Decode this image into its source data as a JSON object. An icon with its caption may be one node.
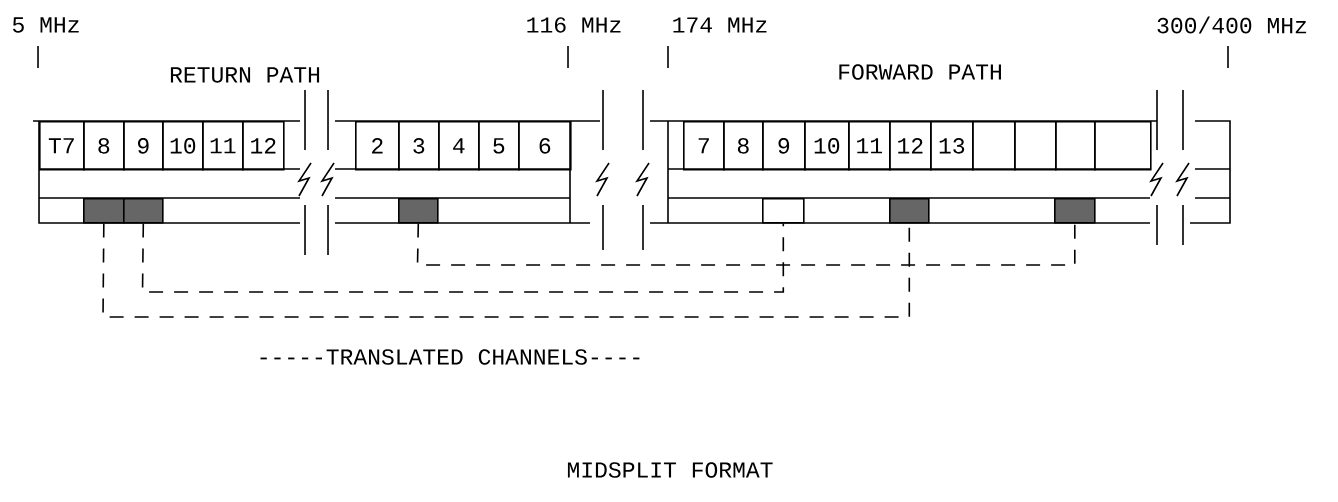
{
  "diagram": {
    "caption": "MIDSPLIT FORMAT",
    "nodes": [
      {
        "text": [
          "T7"
        ]
      },
      {
        "text": [
          "8"
        ]
      },
      {
        "text": [
          "9"
        ]
      },
      {
        "text": [
          "10"
        ]
      },
      {
        "text": [
          "11"
        ]
      },
      {
        "text": [
          "12"
        ]
      },
      {
        "text": [
          "2"
        ]
      },
      {
        "text": [
          "3"
        ]
      },
      {
        "text": [
          "4"
        ]
      },
      {
        "text": [
          "5"
        ]
      },
      {
        "text": [
          "6"
        ]
      },
      {
        "text": [
          "7"
        ]
      },
      {
        "text": [
          "8"
        ]
      },
      {
        "text": [
          "9"
        ]
      },
      {
        "text": [
          "10"
        ]
      },
      {
        "text": [
          "11"
        ]
      },
      {
        "text": [
          "12"
        ]
      },
      {
        "text": [
          "13"
        ]
      },
      {
        "text": [],
        "shape": "box"
      },
      {
        "text": [],
        "shape": "box"
      },
      {
        "text": [],
        "shape": "box"
      },
      {
        "text": [],
        "shape": "box"
      },
      {
        "text": [],
        "shape": "bar"
      },
      {
        "text": [],
        "shape": "bar"
      },
      {
        "text": [],
        "shape": "bar"
      },
      {
        "text": [],
        "shape": "box"
      },
      {
        "text": [],
        "shape": "bar"
      },
      {
        "text": [],
        "shape": "bar"
      }
    ],
    "edges": [
      {
        "from": 24,
        "to": 27,
        "arrow": "none",
        "style": "dashed"
      },
      {
        "from": 23,
        "to": 25,
        "arrow": "none",
        "style": "dashed"
      },
      {
        "from": 22,
        "to": 26,
        "arrow": "none",
        "style": "dashed"
      }
    ],
    "labels": [
      "5 MHz",
      "116 MHz",
      "174 MHz",
      "300/400 MHz",
      "RETURN PATH",
      "FORWARD PATH",
      "-----TRANSLATED CHANNELS----"
    ]
  }
}
